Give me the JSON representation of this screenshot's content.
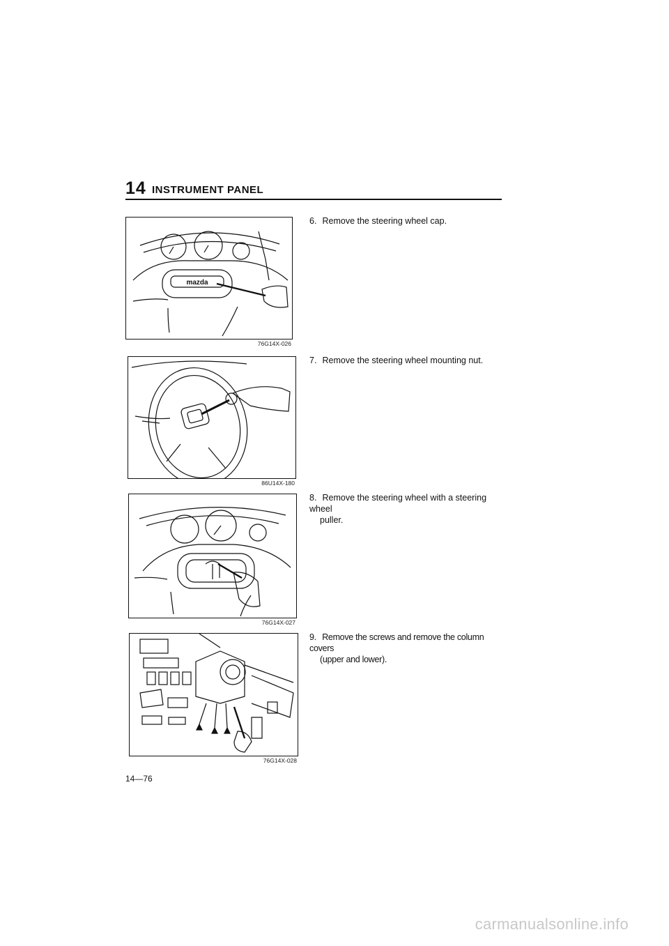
{
  "header": {
    "chapter_number": "14",
    "chapter_title": "INSTRUMENT PANEL"
  },
  "figures": [
    {
      "code": "76G14X-026",
      "logo_text": "mazda"
    },
    {
      "code": "86U14X-180"
    },
    {
      "code": "76G14X-027"
    },
    {
      "code": "76G14X-028"
    }
  ],
  "steps": [
    {
      "num": "6.",
      "text": "Remove the steering wheel cap."
    },
    {
      "num": "7.",
      "text": "Remove the steering wheel mounting nut."
    },
    {
      "num": "8.",
      "line1": "Remove the steering wheel with a steering wheel",
      "line2": "puller."
    },
    {
      "num": "9.",
      "line1": "Remove the screws and remove the column covers",
      "line2": "(upper and lower)."
    }
  ],
  "footer": {
    "page_number": "14—76",
    "watermark": "carmanualsonline.info"
  }
}
